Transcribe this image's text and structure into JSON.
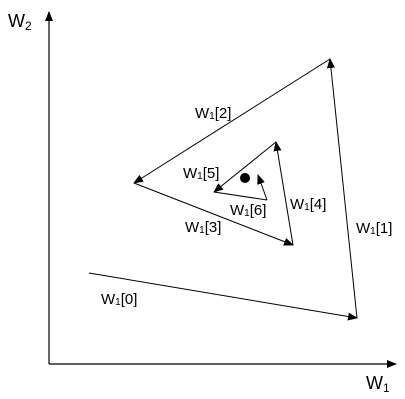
{
  "axes": {
    "y_label": {
      "base": "W",
      "sub": "2"
    },
    "x_label": {
      "base": "W",
      "sub": "1"
    }
  },
  "segments": [
    {
      "base": "W",
      "sub": "1",
      "index": "[0]"
    },
    {
      "base": "W",
      "sub": "1",
      "index": "[1]"
    },
    {
      "base": "W",
      "sub": "1",
      "index": "[2]"
    },
    {
      "base": "W",
      "sub": "1",
      "index": "[3]"
    },
    {
      "base": "W",
      "sub": "1",
      "index": "[4]"
    },
    {
      "base": "W",
      "sub": "1",
      "index": "[5]"
    },
    {
      "base": "W",
      "sub": "1",
      "index": "[6]"
    }
  ],
  "colors": {
    "stroke": "#000000",
    "background": "#ffffff"
  }
}
